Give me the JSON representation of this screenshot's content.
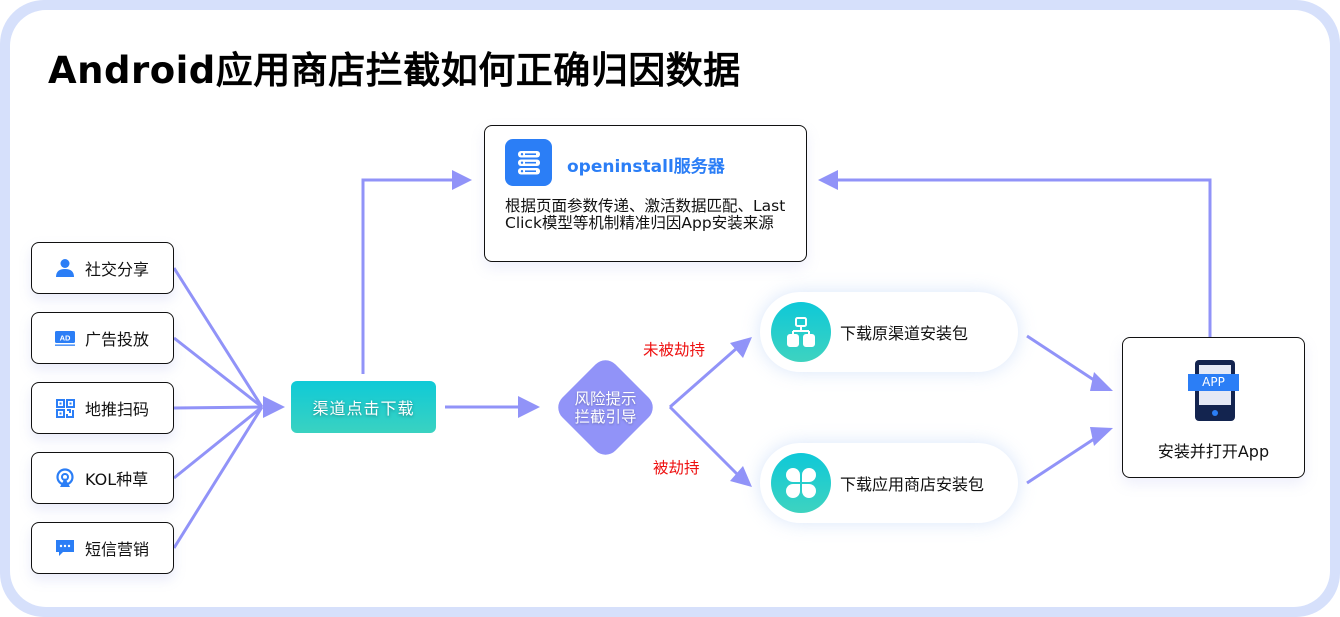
{
  "title": "Android应用商店拦截如何正确归因数据",
  "colors": {
    "frame": "#d6e0fb",
    "arrow": "#9193f8",
    "accent_blue": "#2b7ef6",
    "teal_start": "#0fcad7",
    "teal_end": "#3ad2c1",
    "red_label": "#ee1111",
    "phone_dark": "#13244f"
  },
  "sources": [
    {
      "label": "社交分享",
      "icon": "user-icon"
    },
    {
      "label": "广告投放",
      "icon": "ad-icon"
    },
    {
      "label": "地推扫码",
      "icon": "qr-code-icon"
    },
    {
      "label": "KOL种草",
      "icon": "broadcast-icon"
    },
    {
      "label": "短信营销",
      "icon": "message-icon"
    }
  ],
  "click_node": {
    "label": "渠道点击下载"
  },
  "server": {
    "title": "openinstall服务器",
    "icon": "server-icon",
    "description": "根据页面参数传递、激活数据匹配、Last Click模型等机制精准归因App安装来源"
  },
  "decision": {
    "line1": "风险提示",
    "line2": "拦截引导"
  },
  "branches": {
    "not_hijacked": "未被劫持",
    "hijacked": "被劫持"
  },
  "outcomes": [
    {
      "label": "下载原渠道安装包",
      "icon": "hierarchy-icon"
    },
    {
      "label": "下载应用商店安装包",
      "icon": "clover-icon"
    }
  ],
  "install": {
    "label": "安装并打开App",
    "badge": "APP",
    "icon": "phone-app-icon"
  }
}
